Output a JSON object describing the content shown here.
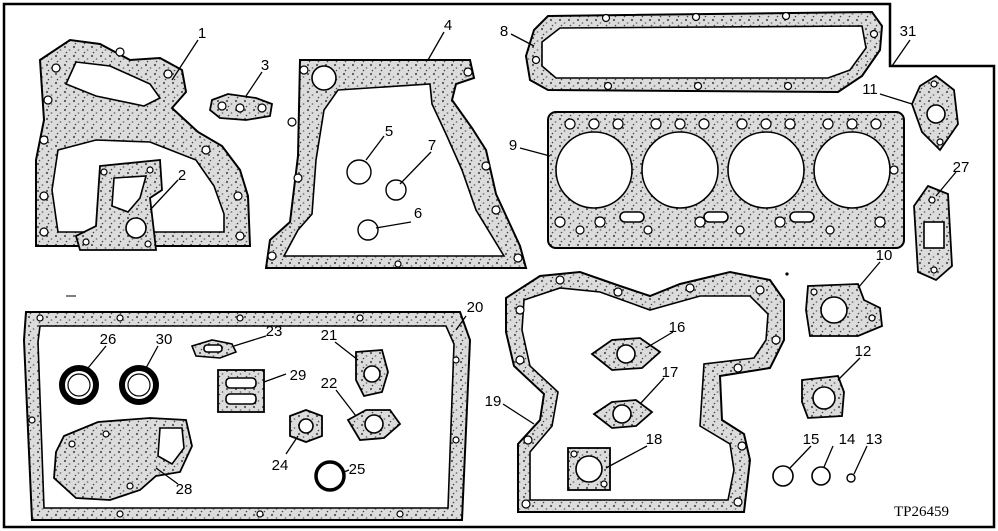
{
  "figure_code": "TP26459",
  "callouts": {
    "c1": "1",
    "c2": "2",
    "c3": "3",
    "c4": "4",
    "c5": "5",
    "c6": "6",
    "c7": "7",
    "c8": "8",
    "c9": "9",
    "c10": "10",
    "c11": "11",
    "c12": "12",
    "c13": "13",
    "c14": "14",
    "c15": "15",
    "c16": "16",
    "c17": "17",
    "c18": "18",
    "c19": "19",
    "c20": "20",
    "c21": "21",
    "c22": "22",
    "c23": "23",
    "c24": "24",
    "c25": "25",
    "c26": "26",
    "c27": "27",
    "c28": "28",
    "c29": "29",
    "c30": "30",
    "c31": "31"
  }
}
